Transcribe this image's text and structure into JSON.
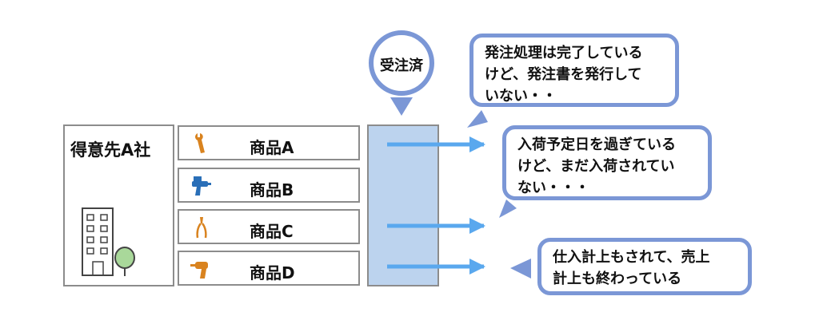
{
  "customer": {
    "name": "得意先A社"
  },
  "products": [
    {
      "name": "商品A",
      "icon": "wrench-icon"
    },
    {
      "name": "商品B",
      "icon": "spray-gun-icon"
    },
    {
      "name": "商品C",
      "icon": "pliers-icon"
    },
    {
      "name": "商品D",
      "icon": "power-drill-icon"
    }
  ],
  "status": {
    "label": "受注済"
  },
  "callouts": [
    {
      "lines": [
        "発注処理は完了している",
        "けど、発注書を発行して",
        "いない・・"
      ]
    },
    {
      "lines": [
        "入荷予定日を過ぎている",
        "けど、まだ入荷されてい",
        "ない・・・"
      ]
    },
    {
      "lines": [
        "仕入計上もされて、売上",
        "計上も終わっている"
      ]
    }
  ],
  "colors": {
    "accent_border": "#7b97d6",
    "arrow": "#5aa8ee",
    "status_column_fill": "#bcd3ee",
    "frame_gray": "#8c8c8c",
    "icon_orange": "#d9831f",
    "icon_blue": "#2a6fb8",
    "tree_green": "#a9d89a"
  }
}
